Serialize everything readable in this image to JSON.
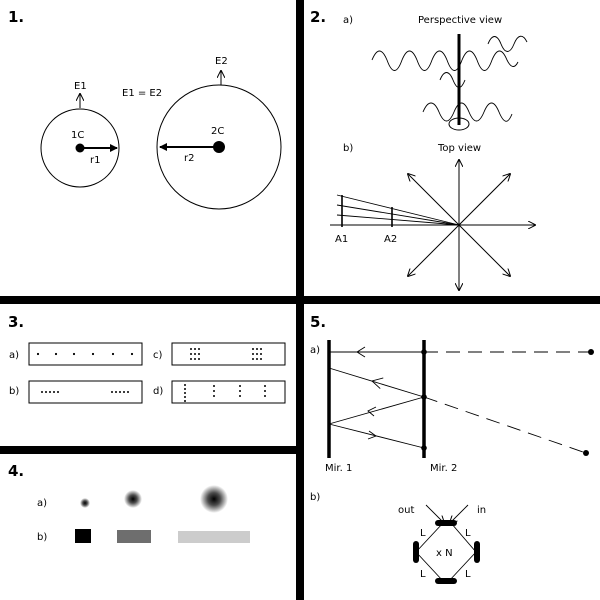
{
  "panels": {
    "p1": {
      "number": "1.",
      "left_circle_label": "1C",
      "left_radius_label": "r1",
      "left_field_label": "E1",
      "equation": "E1 = E2",
      "right_circle_label": "2C",
      "right_radius_label": "r2",
      "right_field_label": "E2"
    },
    "p2": {
      "number": "2.",
      "part_a": "a)",
      "perspective_title": "Perspective view",
      "part_b": "b)",
      "top_view_title": "Top view",
      "a1": "A1",
      "a2": "A2"
    },
    "p3": {
      "number": "3.",
      "a": "a)",
      "b": "b)",
      "c": "c)",
      "d": "d)"
    },
    "p4": {
      "number": "4.",
      "a": "a)",
      "b": "b)",
      "blur_dots": [
        "small",
        "medium",
        "large"
      ],
      "bar_colors": [
        "#000000",
        "#6e6e6e",
        "#cccccc"
      ]
    },
    "p5": {
      "number": "5.",
      "a": "a)",
      "mirror1": "Mir. 1",
      "mirror2": "Mir. 2",
      "b": "b)",
      "out": "out",
      "in": "in",
      "L": "L",
      "xN": "x N"
    }
  }
}
